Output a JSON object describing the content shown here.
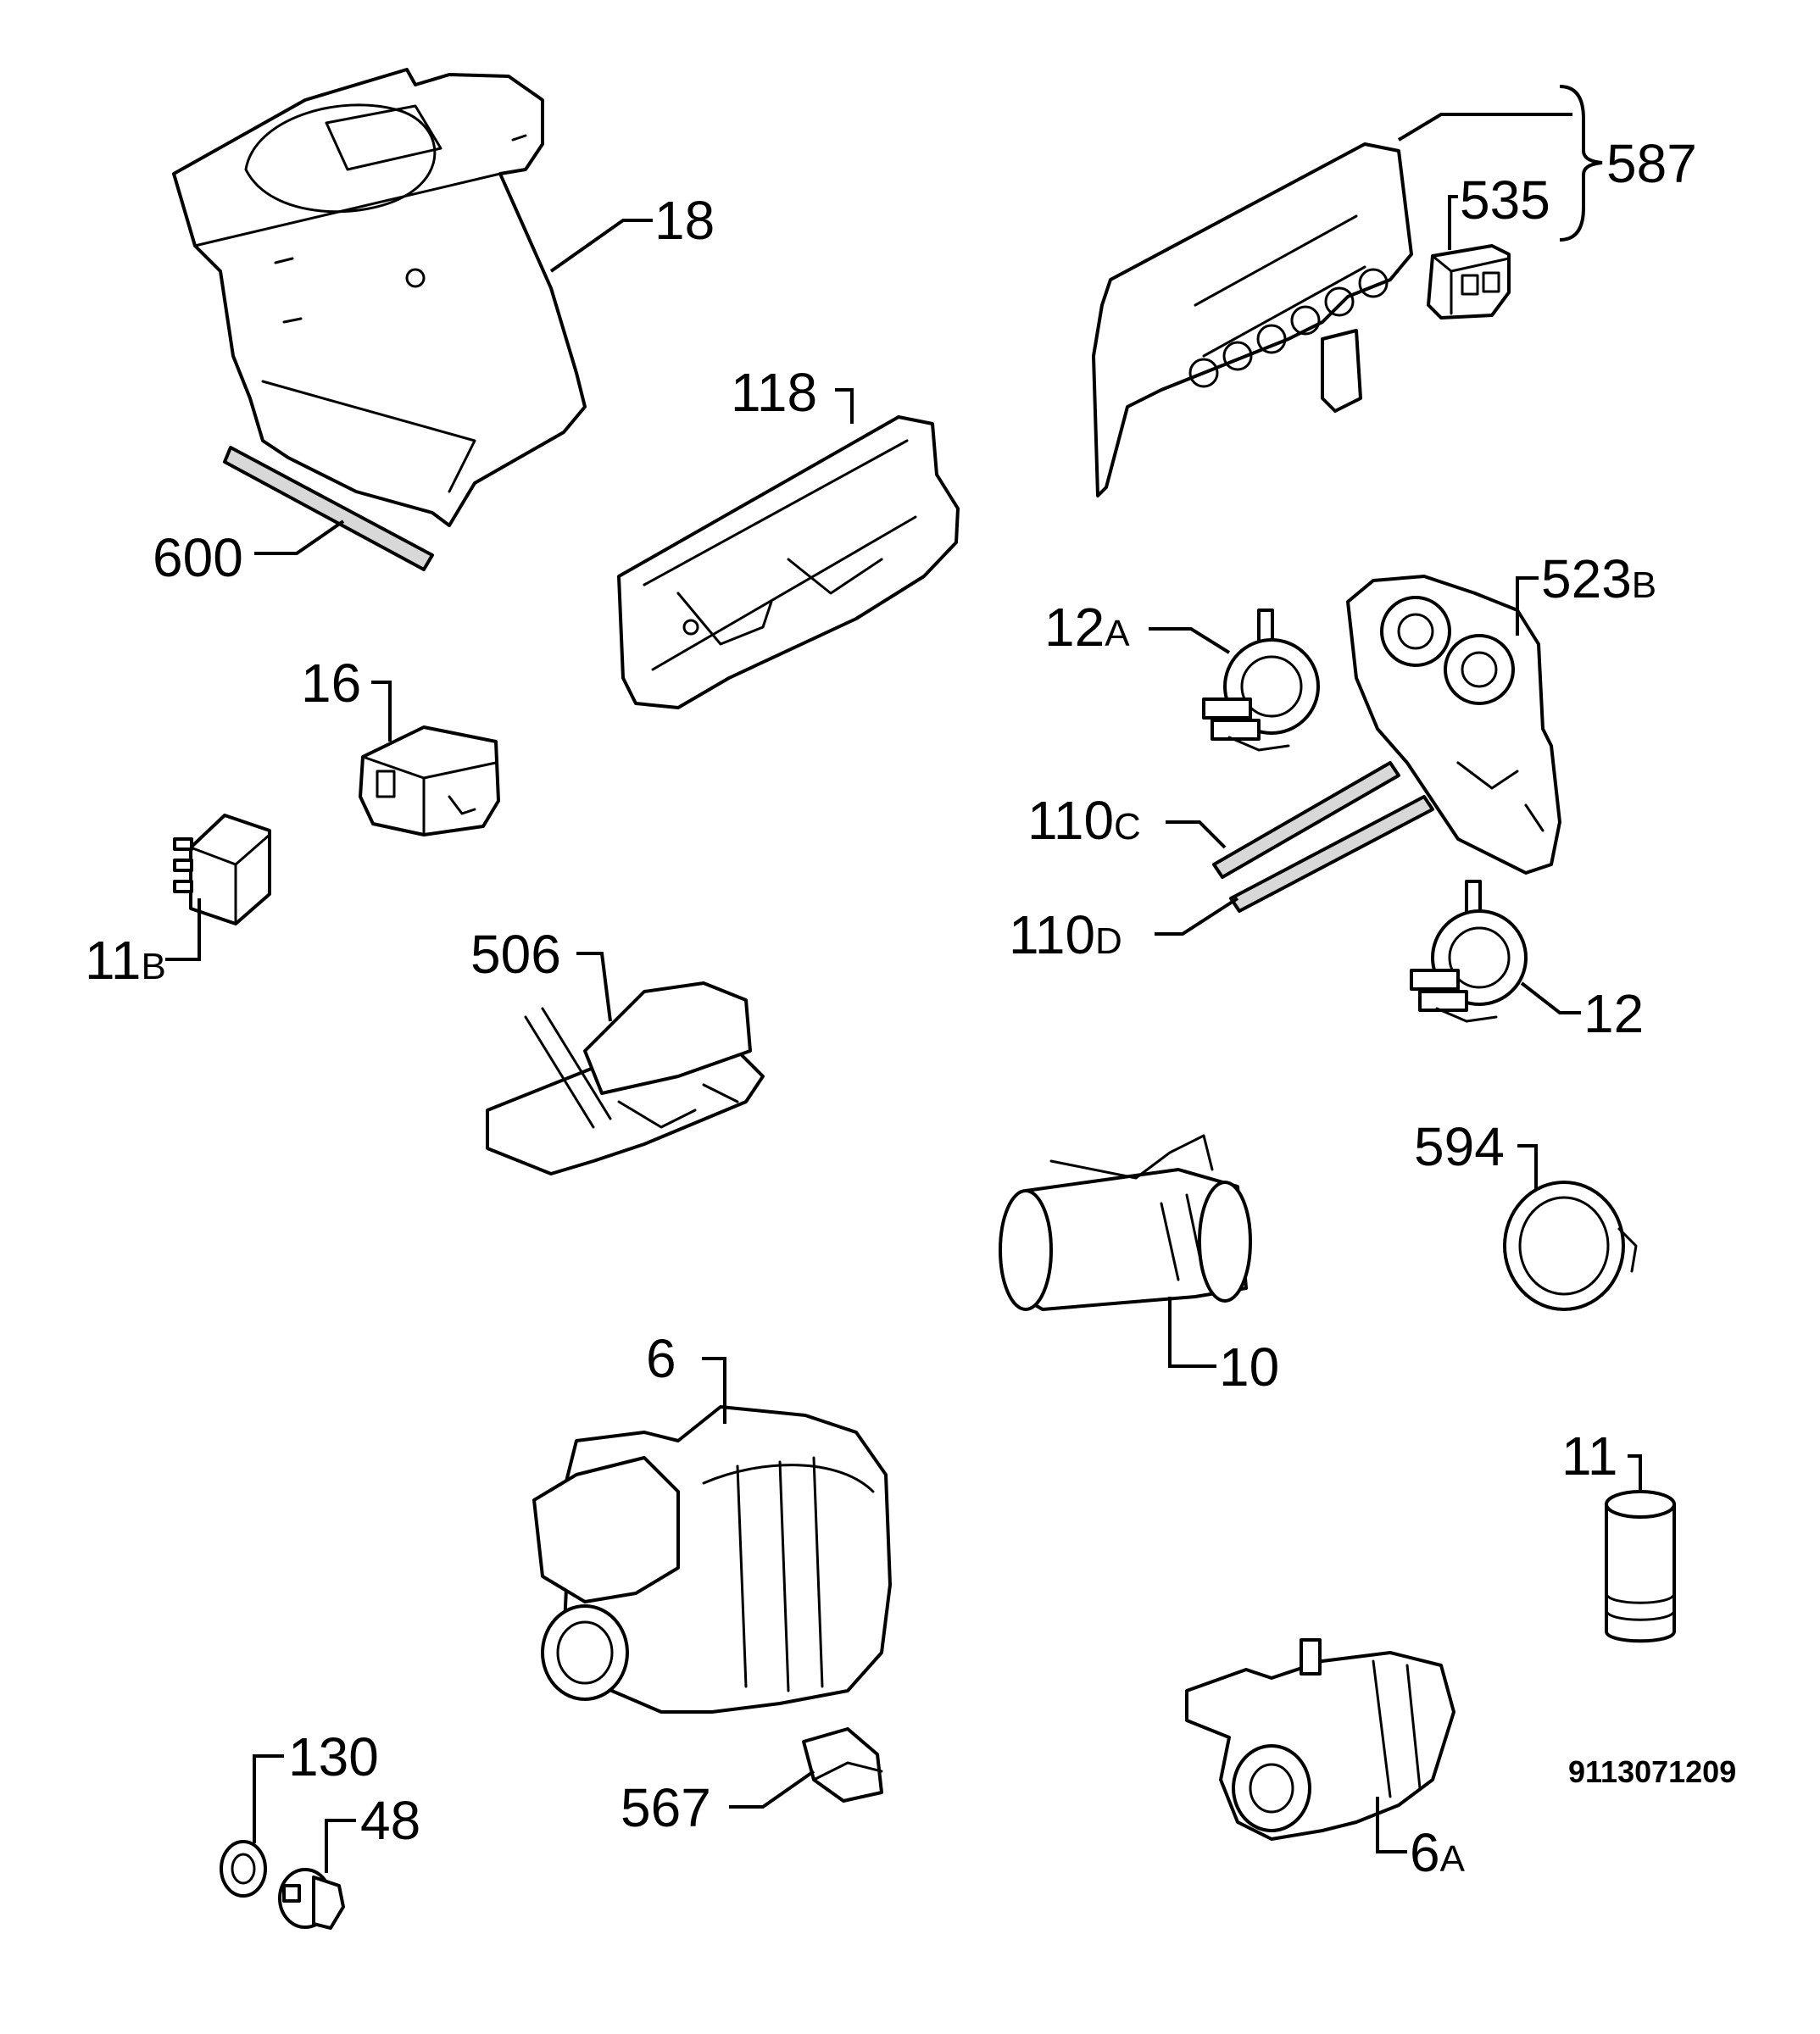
{
  "parts": [
    {
      "id": "18",
      "num": "18",
      "suffix": ""
    },
    {
      "id": "600",
      "num": "600",
      "suffix": ""
    },
    {
      "id": "118",
      "num": "118",
      "suffix": ""
    },
    {
      "id": "587",
      "num": "587",
      "suffix": ""
    },
    {
      "id": "535",
      "num": "535",
      "suffix": ""
    },
    {
      "id": "523B",
      "num": "523",
      "suffix": "B"
    },
    {
      "id": "12A",
      "num": "12",
      "suffix": "A"
    },
    {
      "id": "16",
      "num": "16",
      "suffix": ""
    },
    {
      "id": "110C",
      "num": "110",
      "suffix": "C"
    },
    {
      "id": "11B",
      "num": "11",
      "suffix": "B"
    },
    {
      "id": "110D",
      "num": "110",
      "suffix": "D"
    },
    {
      "id": "506",
      "num": "506",
      "suffix": ""
    },
    {
      "id": "12",
      "num": "12",
      "suffix": ""
    },
    {
      "id": "594",
      "num": "594",
      "suffix": ""
    },
    {
      "id": "10",
      "num": "10",
      "suffix": ""
    },
    {
      "id": "6",
      "num": "6",
      "suffix": ""
    },
    {
      "id": "11",
      "num": "11",
      "suffix": ""
    },
    {
      "id": "130",
      "num": "130",
      "suffix": ""
    },
    {
      "id": "48",
      "num": "48",
      "suffix": ""
    },
    {
      "id": "567",
      "num": "567",
      "suffix": ""
    },
    {
      "id": "6A",
      "num": "6",
      "suffix": "A"
    }
  ],
  "drawing_code": "9113071209"
}
